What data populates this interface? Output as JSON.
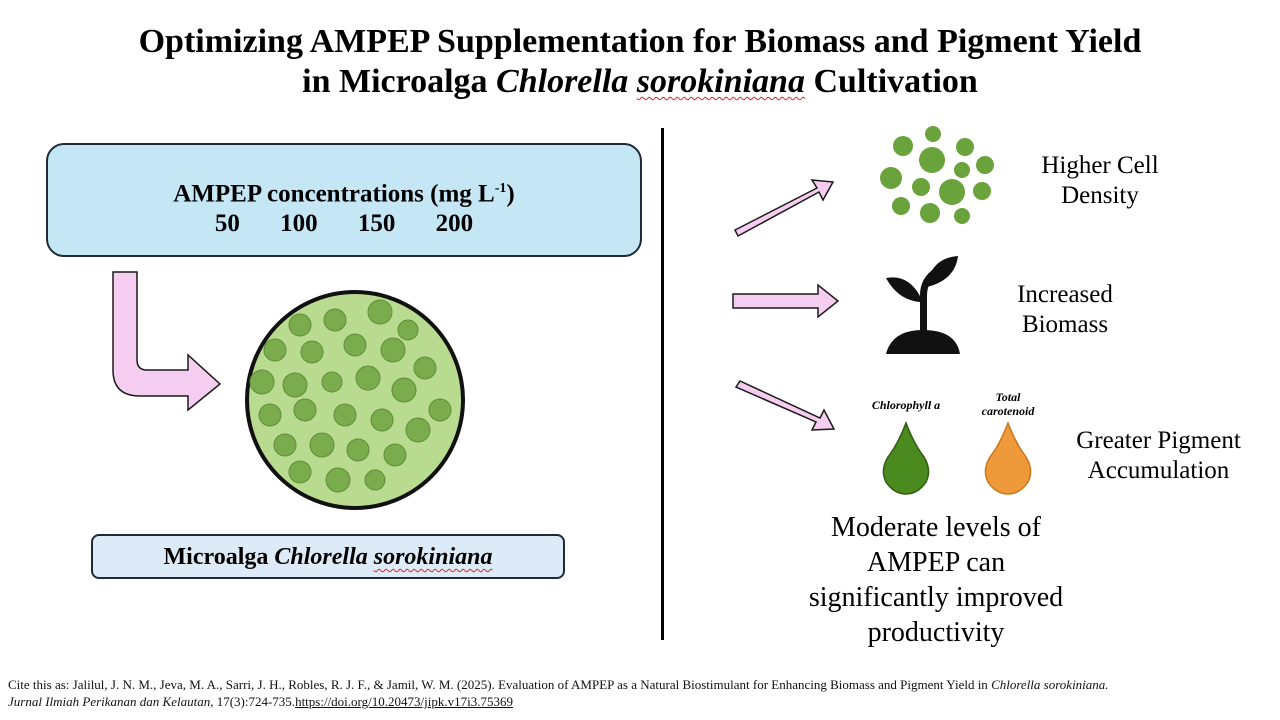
{
  "title": {
    "line1": "Optimizing AMPEP Supplementation for Biomass and Pigment Yield",
    "line2_prefix": "in Microalga ",
    "line2_genus": "Chlorella",
    "line2_species": "sorokiniana",
    "line2_suffix": " Cultivation"
  },
  "concentrations": {
    "label": "AMPEP concentrations (mg L",
    "label_sup": "-1",
    "label_close": ")",
    "values": [
      "50",
      "100",
      "150",
      "200"
    ]
  },
  "species_label": {
    "prefix": "Microalga ",
    "genus": "Chlorella",
    "species": "sorokiniana"
  },
  "outcomes": {
    "cell_density": [
      "Higher Cell",
      "Density"
    ],
    "biomass": [
      "Increased",
      "Biomass"
    ],
    "pigment": [
      "Greater Pigment",
      "Accumulation"
    ]
  },
  "pigments": {
    "chlorophyll_label": "Chlorophyll a",
    "carotenoid_label": [
      "Total",
      "carotenoid"
    ],
    "chlorophyll_color": "#4b8a1f",
    "carotenoid_color": "#ee9a3a"
  },
  "conclusion": [
    "Moderate levels of",
    "AMPEP can",
    "significantly improved",
    "productivity"
  ],
  "citation": {
    "text": "Cite this as: Jalilul, J. N. M., Jeva, M. A., Sarri, J. H., Robles, R. J. F., & Jamil, W. M. (2025). Evaluation of AMPEP as a Natural Biostimulant for Enhancing Biomass and Pigment Yield in ",
    "species": "Chlorella sorokiniana.",
    "journal": "Jurnal Ilmiah Perikanan dan Kelautan,",
    "volume": " 17(3):724-735.",
    "doi": "https://doi.org/10.20473/jipk.v17i3.75369"
  },
  "colors": {
    "box_blue": "#c4e6f5",
    "arrow_pink": "#f5cdf0",
    "cell_green": "#7aab4c"
  }
}
